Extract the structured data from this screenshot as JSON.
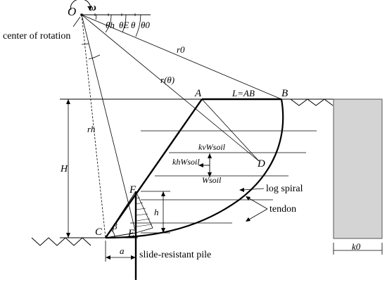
{
  "labels": {
    "O": "O",
    "omega": "ω",
    "center_of_rotation": "center of rotation",
    "theta_h": "θh",
    "theta_E": "θE",
    "theta": "θ",
    "theta_0": "θ0",
    "r0": "r0",
    "r_theta": "r(θ)",
    "r_h": "rh",
    "A": "A",
    "B": "B",
    "L_eq": "L=AB",
    "H": "H",
    "D": "D",
    "F": "F",
    "C": "C",
    "E": "E",
    "beta": "β",
    "h": "h",
    "a": "a",
    "kv_W": "kvWsoil",
    "kh_W": "khWsoil",
    "W": "Wsoil",
    "log_spiral": "log spiral",
    "tendon": "tendon",
    "slide_resistant_pile": "slide-resistant pile",
    "k0": "k0"
  },
  "colors": {
    "line": "#000000",
    "wall_fill": "#d4d4d4",
    "wall_stroke": "#555555"
  }
}
